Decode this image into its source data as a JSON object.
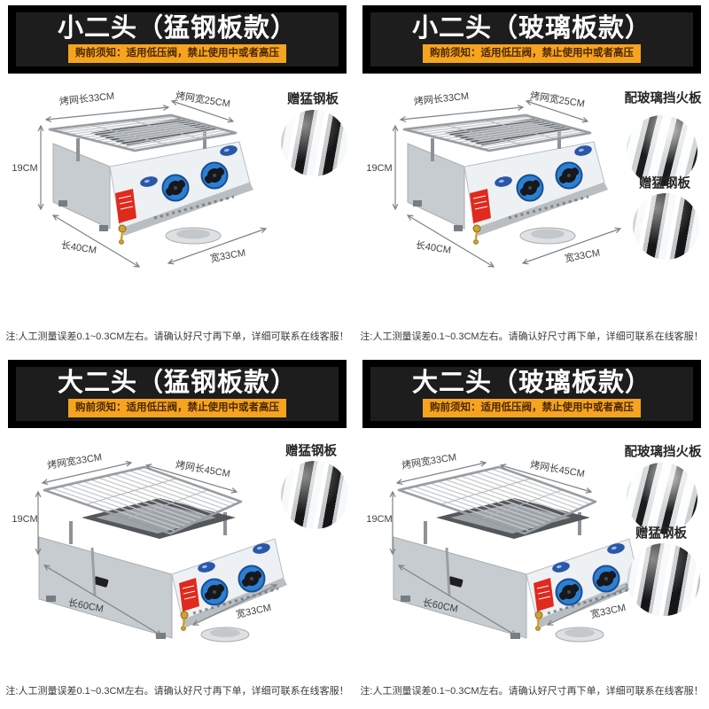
{
  "colors": {
    "header_frame": "#000000",
    "header_bg": "#1d1d1d",
    "notice_bg": "#f6a41f",
    "notice_text": "#4a2700",
    "knob_blue": "#2c7fd2",
    "sticker_red": "#e02a1e",
    "dim_line": "#7e8286",
    "note_text": "#3a3a3a"
  },
  "quadrants": [
    {
      "id": "small-steel",
      "size": "small",
      "title": "小二头（猛钢板款）",
      "notice": "购前须知：适用低压阀，禁止使用中或者高压",
      "dims": {
        "grate_a": "烤网长33CM",
        "grate_b": "烤网宽25CM",
        "height": "19CM",
        "body_length": "长40CM",
        "body_width": "宽33CM"
      },
      "insets": [
        {
          "label": "赠猛钢板",
          "type": "steel"
        }
      ],
      "note": "注:人工测量误差0.1~0.3CM左右。请确认好尺寸再下单，详细可联系在线客服！"
    },
    {
      "id": "small-glass",
      "size": "small",
      "title": "小二头（玻璃板款）",
      "notice": "购前须知：适用低压阀，禁止使用中或者高压",
      "dims": {
        "grate_a": "烤网长33CM",
        "grate_b": "烤网宽25CM",
        "height": "19CM",
        "body_length": "长40CM",
        "body_width": "宽33CM"
      },
      "insets": [
        {
          "label": "配玻璃挡火板",
          "type": "glass"
        },
        {
          "label": "赠猛钢板",
          "type": "steel"
        }
      ],
      "note": "注:人工测量误差0.1~0.3CM左右。请确认好尺寸再下单，详细可联系在线客服！"
    },
    {
      "id": "large-steel",
      "size": "large",
      "title": "大二头（猛钢板款）",
      "notice": "购前须知：适用低压阀，禁止使用中或者高压",
      "dims": {
        "grate_a": "烤网宽33CM",
        "grate_b": "烤网长45CM",
        "height": "19CM",
        "body_length": "长60CM",
        "body_width": "宽33CM"
      },
      "insets": [
        {
          "label": "赠猛钢板",
          "type": "steel"
        }
      ],
      "note": "注:人工测量误差0.1~0.3CM左右。请确认好尺寸再下单，详细可联系在线客服！"
    },
    {
      "id": "large-glass",
      "size": "large",
      "title": "大二头（玻璃板款）",
      "notice": "购前须知：适用低压阀，禁止使用中或者高压",
      "dims": {
        "grate_a": "烤网宽33CM",
        "grate_b": "烤网长45CM",
        "height": "19CM",
        "body_length": "长60CM",
        "body_width": "宽33CM"
      },
      "insets": [
        {
          "label": "配玻璃挡火板",
          "type": "glass"
        },
        {
          "label": "赠猛钢板",
          "type": "steel"
        }
      ],
      "note": "注:人工测量误差0.1~0.3CM左右。请确认好尺寸再下单，详细可联系在线客服！"
    }
  ]
}
